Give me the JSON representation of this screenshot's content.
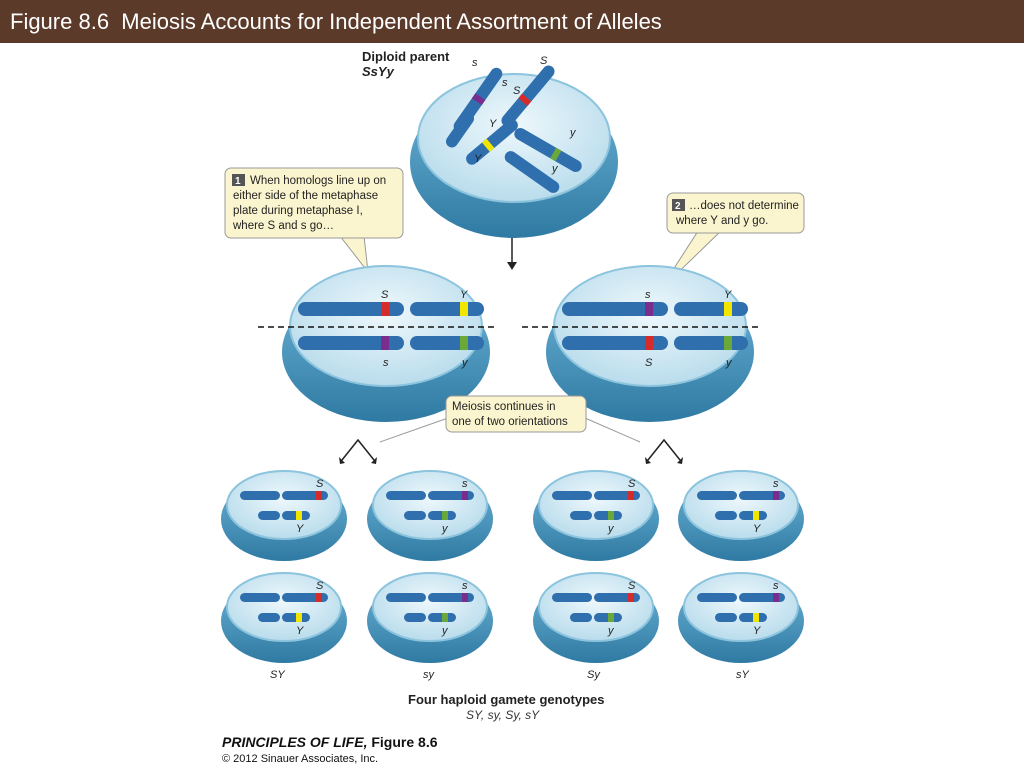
{
  "title": "Figure 8.6  Meiosis Accounts for Independent Assortment of Alleles",
  "colors": {
    "title_bg": "#5b3a2a",
    "cell_fill": "#d9eef7",
    "cell_rim": "#4a8fb5",
    "chromosome": "#2f6fae",
    "allele_S": "#d62b2b",
    "allele_s": "#7b2d8e",
    "allele_Y": "#f2e600",
    "allele_y": "#6aa83a",
    "callout_bg": "#fbf5cf"
  },
  "parent": {
    "label": "Diploid parent",
    "genotype": "SsYy",
    "alleles": {
      "S": "S",
      "s": "s",
      "Y": "Y",
      "y": "y"
    }
  },
  "callout1": {
    "number": "1",
    "lines": [
      "When homologs line up on",
      "either side of the metaphase",
      "plate during metaphase I,",
      "where S and s go…"
    ]
  },
  "callout2": {
    "number": "2",
    "lines": [
      "…does not determine",
      "where Y and y go."
    ]
  },
  "callout3": {
    "lines": [
      "Meiosis continues in",
      "one of two orientations"
    ]
  },
  "metaphase_left": {
    "top_labels": [
      "S",
      "Y"
    ],
    "bottom_labels": [
      "s",
      "y"
    ]
  },
  "metaphase_right": {
    "top_labels": [
      "s",
      "Y"
    ],
    "bottom_labels": [
      "S",
      "y"
    ]
  },
  "gametes": [
    {
      "a1": "S",
      "a2": "Y"
    },
    {
      "a1": "s",
      "a2": "y"
    },
    {
      "a1": "S",
      "a2": "y"
    },
    {
      "a1": "s",
      "a2": "Y"
    },
    {
      "a1": "S",
      "a2": "Y"
    },
    {
      "a1": "s",
      "a2": "y"
    },
    {
      "a1": "S",
      "a2": "y"
    },
    {
      "a1": "s",
      "a2": "Y"
    }
  ],
  "genotype_labels": [
    "SY",
    "sy",
    "Sy",
    "sY"
  ],
  "summary": {
    "heading": "Four haploid gamete genotypes",
    "list": "SY, sy, Sy, sY"
  },
  "footer": {
    "book": "PRINCIPLES OF LIFE,",
    "figure": " Figure 8.6",
    "copyright": "© 2012 Sinauer Associates, Inc."
  }
}
